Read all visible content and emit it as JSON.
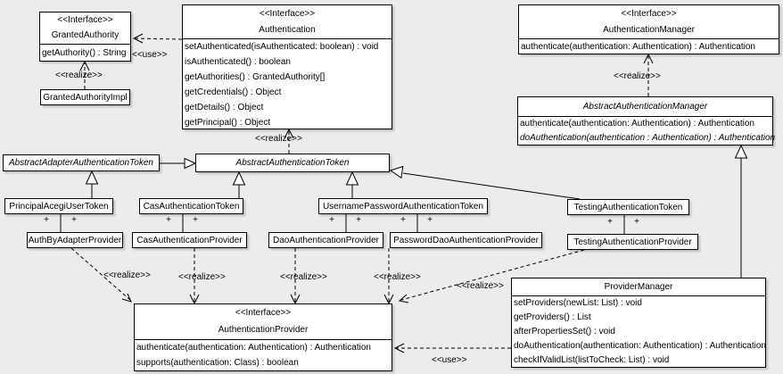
{
  "colors": {
    "background": "#ececec",
    "box_fill": "#ffffff",
    "border": "#000000",
    "shadow": "#bdbdbd"
  },
  "labels": {
    "realize": "<<realize>>",
    "use": "<<use>>",
    "plus": "+"
  },
  "classes": {
    "granted_authority": {
      "stereotype": "<<Interface>>",
      "name": "GrantedAuthority",
      "methods": [
        "getAuthority() : String"
      ]
    },
    "granted_authority_impl": {
      "name": "GrantedAuthorityImpl"
    },
    "authentication": {
      "stereotype": "<<Interface>>",
      "name": "Authentication",
      "methods": [
        "setAuthenticated(isAuthenticated: boolean) : void",
        "isAuthenticated() : boolean",
        "getAuthorities() : GrantedAuthority[]",
        "getCredentials() : Object",
        "getDetails() : Object",
        "getPrincipal() : Object"
      ]
    },
    "authentication_manager": {
      "stereotype": "<<Interface>>",
      "name": "AuthenticationManager",
      "methods": [
        "authenticate(authentication: Authentication) : Authentication"
      ]
    },
    "abstract_authentication_manager": {
      "name": "AbstractAuthenticationManager",
      "methods": [
        "authenticate(authentication: Authentication) : Authentication",
        "doAuthentication(authentication : Authentication) : Authentication"
      ]
    },
    "abstract_adapter_authentication_token": {
      "name": "AbstractAdapterAuthenticationToken"
    },
    "abstract_authentication_token": {
      "name": "AbstractAuthenticationToken"
    },
    "principal_acegi_user_token": {
      "name": "PrincipalAcegiUserToken"
    },
    "cas_authentication_token": {
      "name": "CasAuthenticationToken"
    },
    "username_password_authentication_token": {
      "name": "UsernamePasswordAuthenticationToken"
    },
    "testing_authentication_token": {
      "name": "TestingAuthenticationToken"
    },
    "auth_by_adapter_provider": {
      "name": "AuthByAdapterProvider"
    },
    "cas_authentication_provider": {
      "name": "CasAuthenticationProvider"
    },
    "dao_authentication_provider": {
      "name": "DaoAuthenticationProvider"
    },
    "password_dao_authentication_provider": {
      "name": "PasswordDaoAuthenticationProvider"
    },
    "testing_authentication_provider": {
      "name": "TestingAuthenticationProvider"
    },
    "authentication_provider": {
      "stereotype": "<<Interface>>",
      "name": "AuthenticationProvider",
      "methods": [
        "authenticate(authentication: Authentication) : Authentication",
        "supports(authentication: Class) : boolean"
      ]
    },
    "provider_manager": {
      "name": "ProviderManager",
      "methods": [
        "setProviders(newList: List) : void",
        "getProviders() : List",
        "afterPropertiesSet() : void",
        "doAuthentication(authentication: Authentication) : Authentication",
        "checkIfValidList(listToCheck: List) : void"
      ]
    }
  }
}
